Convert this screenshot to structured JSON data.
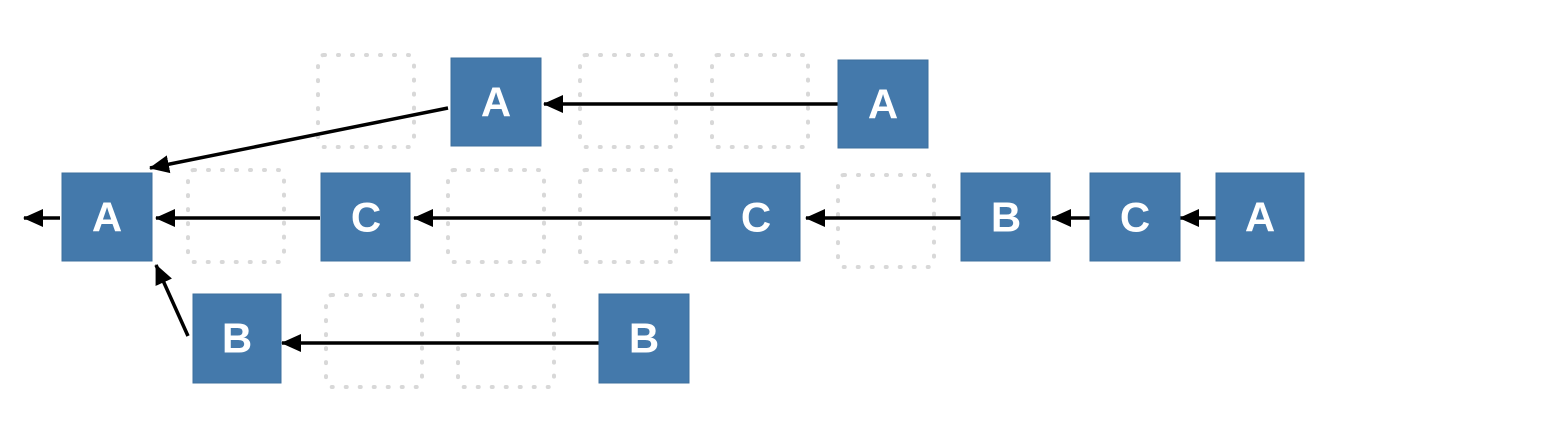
{
  "diagram": {
    "colors": {
      "node_fill": "#4479ab",
      "node_text": "#ffffff",
      "edge": "#000000",
      "placeholder": "#d8d8d8"
    },
    "nodes": [
      {
        "id": "a-root",
        "label": "A"
      },
      {
        "id": "a-top-left",
        "label": "A"
      },
      {
        "id": "a-top-right",
        "label": "A"
      },
      {
        "id": "c-mid-1",
        "label": "C"
      },
      {
        "id": "c-mid-2",
        "label": "C"
      },
      {
        "id": "b-mid",
        "label": "B"
      },
      {
        "id": "c-mid-3",
        "label": "C"
      },
      {
        "id": "a-mid-end",
        "label": "A"
      },
      {
        "id": "b-low-left",
        "label": "B"
      },
      {
        "id": "b-low-right",
        "label": "B"
      }
    ],
    "edges": [
      {
        "from": "a-top-right",
        "to": "a-top-left"
      },
      {
        "from": "a-top-left",
        "to": "a-root"
      },
      {
        "from": "c-mid-1",
        "to": "a-root"
      },
      {
        "from": "c-mid-2",
        "to": "c-mid-1"
      },
      {
        "from": "b-mid",
        "to": "c-mid-2"
      },
      {
        "from": "c-mid-3",
        "to": "b-mid"
      },
      {
        "from": "a-mid-end",
        "to": "c-mid-3"
      },
      {
        "from": "b-low-right",
        "to": "b-low-left"
      },
      {
        "from": "b-low-left",
        "to": "a-root"
      },
      {
        "from": "a-root",
        "to": "outgoing"
      }
    ]
  }
}
